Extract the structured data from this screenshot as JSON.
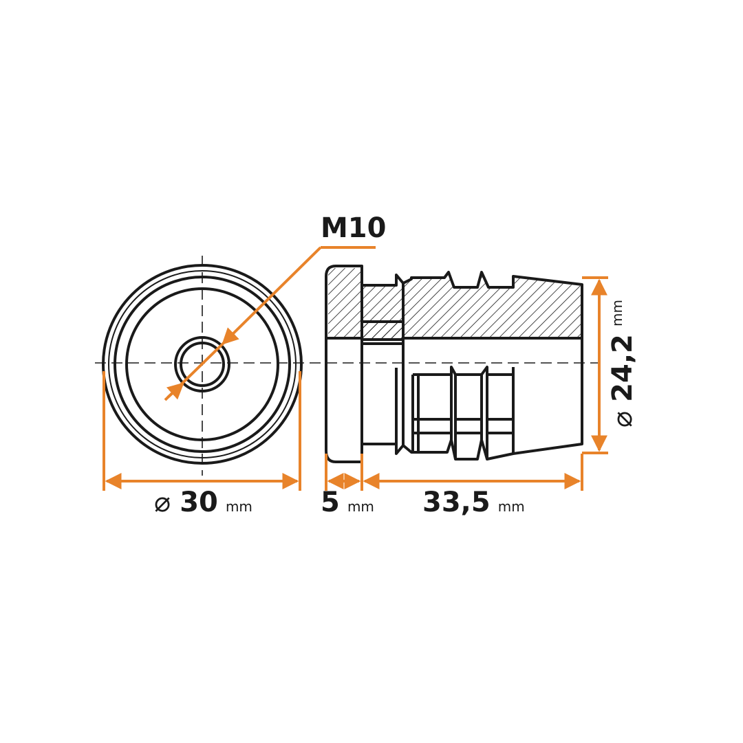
{
  "labels": {
    "thread": "M10",
    "diameter_symbol": "⌀",
    "outer_diameter_value": "30",
    "flange_thickness_value": "5",
    "body_length_value": "33,5",
    "body_diameter_value": "24,2",
    "unit": "mm"
  },
  "colors": {
    "line": "#1a1a1a",
    "dimension": "#e8832a",
    "background": "#ffffff"
  }
}
